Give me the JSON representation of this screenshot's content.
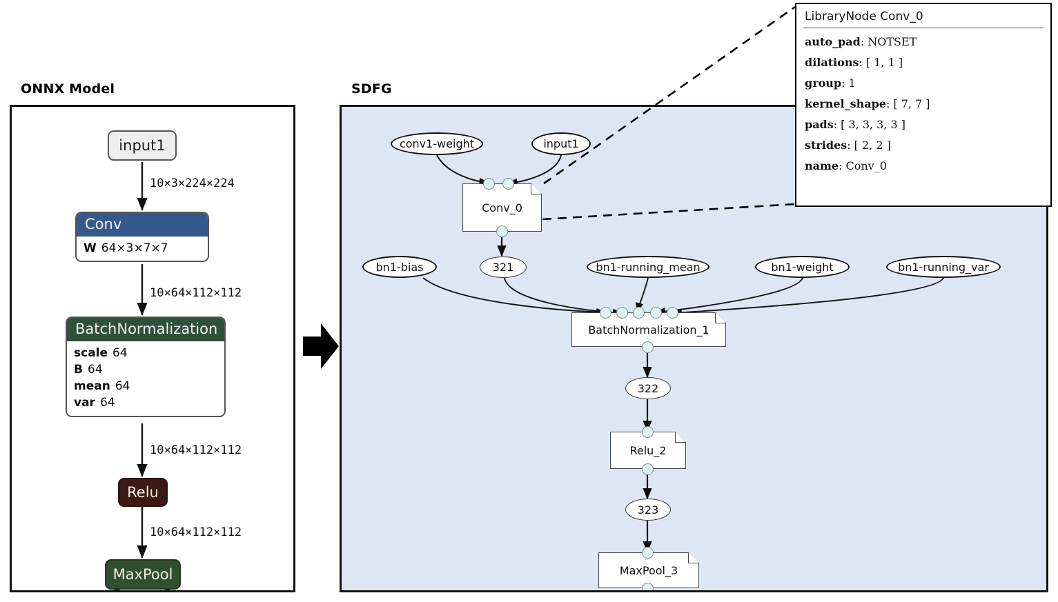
{
  "panels": {
    "onnx": {
      "title": "ONNX Model"
    },
    "sdfg": {
      "title": "SDFG"
    }
  },
  "onnx_graph": {
    "nodes": [
      {
        "id": "input1",
        "label": "input1",
        "kind": "io"
      },
      {
        "id": "conv",
        "label": "Conv",
        "kind": "op-box",
        "params": [
          {
            "name": "W",
            "value": "64×3×7×7"
          }
        ]
      },
      {
        "id": "bn",
        "label": "BatchNormalization",
        "kind": "op-box",
        "params": [
          {
            "name": "scale",
            "value": "64"
          },
          {
            "name": "B",
            "value": "64"
          },
          {
            "name": "mean",
            "value": "64"
          },
          {
            "name": "var",
            "value": "64"
          }
        ]
      },
      {
        "id": "relu",
        "label": "Relu",
        "kind": "op"
      },
      {
        "id": "maxpool",
        "label": "MaxPool",
        "kind": "op"
      }
    ],
    "edge_labels": [
      "10×3×224×224",
      "10×64×112×112",
      "10×64×112×112",
      "10×64×112×112"
    ]
  },
  "sdfg_graph": {
    "access_nodes": [
      {
        "id": "conv1-weight",
        "label": "conv1-weight"
      },
      {
        "id": "input1",
        "label": "input1"
      },
      {
        "id": "321",
        "label": "321"
      },
      {
        "id": "bn1-bias",
        "label": "bn1-bias"
      },
      {
        "id": "bn1-running_mean",
        "label": "bn1-running_mean"
      },
      {
        "id": "bn1-weight",
        "label": "bn1-weight"
      },
      {
        "id": "bn1-running_var",
        "label": "bn1-running_var"
      },
      {
        "id": "322",
        "label": "322"
      },
      {
        "id": "323",
        "label": "323"
      }
    ],
    "library_nodes": [
      {
        "id": "Conv_0",
        "label": "Conv_0",
        "in_connectors": 2,
        "out_connectors": 1
      },
      {
        "id": "BatchNormalization_1",
        "label": "BatchNormalization_1",
        "in_connectors": 5,
        "out_connectors": 1
      },
      {
        "id": "Relu_2",
        "label": "Relu_2",
        "in_connectors": 1,
        "out_connectors": 1
      },
      {
        "id": "MaxPool_3",
        "label": "MaxPool_3",
        "in_connectors": 1,
        "out_connectors": 1
      }
    ]
  },
  "tooltip": {
    "title": "LibraryNode Conv_0",
    "rows": [
      {
        "key": "auto_pad",
        "value": "NOTSET"
      },
      {
        "key": "dilations",
        "value": "[ 1, 1 ]"
      },
      {
        "key": "group",
        "value": "1"
      },
      {
        "key": "kernel_shape",
        "value": "[ 7, 7 ]"
      },
      {
        "key": "pads",
        "value": "[ 3, 3, 3, 3 ]"
      },
      {
        "key": "strides",
        "value": "[ 2, 2 ]"
      },
      {
        "key": "name",
        "value": "Conv_0"
      }
    ]
  },
  "colors": {
    "sdfg_background": "#dde7f3",
    "conv_header": "#35598c",
    "batchnorm_header": "#2f5039",
    "relu_fill": "#3d1a14",
    "maxpool_fill": "#31502f",
    "connector_fill": "#e2f2f4"
  }
}
